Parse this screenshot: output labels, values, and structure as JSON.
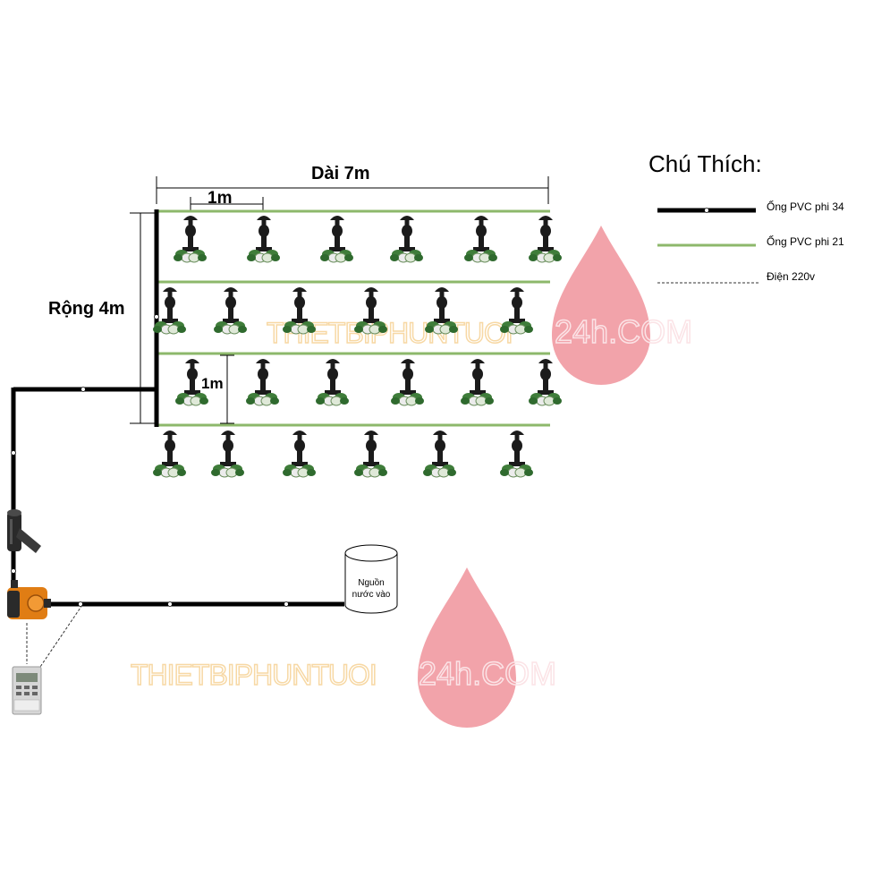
{
  "dimensions": {
    "length": "Dài 7m",
    "width": "Rộng 4m",
    "spacing_x": "1m",
    "spacing_y": "1m"
  },
  "legend": {
    "title": "Chú Thích:",
    "items": [
      {
        "label": "Ống PVC phi 34",
        "color": "#000000"
      },
      {
        "label": "Ống PVC phi 21",
        "color": "#8db86b"
      },
      {
        "label": "Điện 220v",
        "color": "#333333"
      }
    ]
  },
  "tank": {
    "label_line1": "Nguồn",
    "label_line2": "nước vào"
  },
  "watermark": {
    "text_left": "THIETBIPHUNTUOI",
    "text_right": "24h.COM",
    "color": "#f2a3aa"
  },
  "colors": {
    "main_pipe": "#000000",
    "branch_pipe": "#8db86b",
    "sprinkler": "#1b1b1b",
    "plant": "#3f7d3a"
  }
}
